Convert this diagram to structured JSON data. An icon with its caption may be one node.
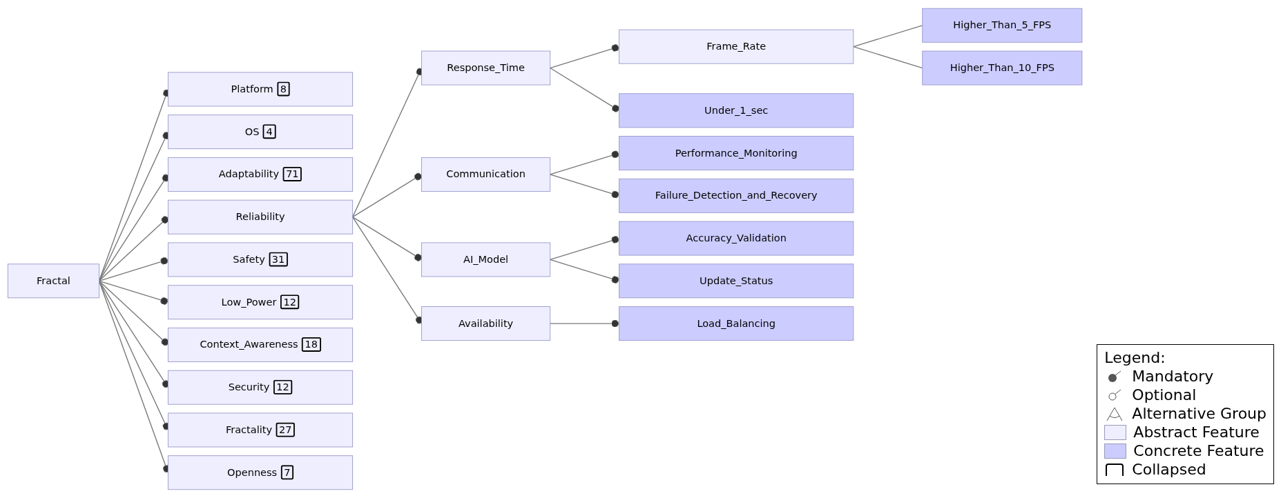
{
  "diagram": {
    "nodes": [
      {
        "text": [
          "Fractal"
        ]
      },
      {
        "text": [
          "Platform",
          "8"
        ]
      },
      {
        "text": [
          "OS",
          "4"
        ]
      },
      {
        "text": [
          "Adaptability",
          "71"
        ]
      },
      {
        "text": [
          "Reliability"
        ]
      },
      {
        "text": [
          "Safety",
          "31"
        ]
      },
      {
        "text": [
          "Low_Power",
          "12"
        ]
      },
      {
        "text": [
          "Context_Awareness",
          "18"
        ]
      },
      {
        "text": [
          "Security",
          "12"
        ]
      },
      {
        "text": [
          "Fractality",
          "27"
        ]
      },
      {
        "text": [
          "Openness",
          "7"
        ]
      },
      {
        "text": [
          "Response_Time"
        ]
      },
      {
        "text": [
          "Communication"
        ]
      },
      {
        "text": [
          "AI_Model"
        ]
      },
      {
        "text": [
          "Availability"
        ]
      },
      {
        "text": [
          "Frame_Rate"
        ]
      },
      {
        "text": [
          "Under_1_sec"
        ]
      },
      {
        "text": [
          "Performance_Monitoring"
        ]
      },
      {
        "text": [
          "Failure_Detection_and_Recovery"
        ]
      },
      {
        "text": [
          "Accuracy_Validation"
        ]
      },
      {
        "text": [
          "Update_Status"
        ]
      },
      {
        "text": [
          "Load_Balancing"
        ]
      },
      {
        "text": [
          "Higher_Than_5_FPS"
        ]
      },
      {
        "text": [
          "Higher_Than_10_FPS"
        ]
      }
    ],
    "edges": [
      {
        "from": 0,
        "to": 1,
        "arrow": "other"
      },
      {
        "from": 0,
        "to": 2,
        "arrow": "other"
      },
      {
        "from": 0,
        "to": 3,
        "arrow": "other"
      },
      {
        "from": 0,
        "to": 4,
        "arrow": "other"
      },
      {
        "from": 0,
        "to": 5,
        "arrow": "other"
      },
      {
        "from": 0,
        "to": 6,
        "arrow": "other"
      },
      {
        "from": 0,
        "to": 7,
        "arrow": "other"
      },
      {
        "from": 0,
        "to": 8,
        "arrow": "other"
      },
      {
        "from": 0,
        "to": 9,
        "arrow": "other"
      },
      {
        "from": 0,
        "to": 10,
        "arrow": "other"
      },
      {
        "from": 4,
        "to": 11,
        "arrow": "other"
      },
      {
        "from": 4,
        "to": 12,
        "arrow": "other"
      },
      {
        "from": 4,
        "to": 13,
        "arrow": "other"
      },
      {
        "from": 4,
        "to": 14,
        "arrow": "other"
      },
      {
        "from": 11,
        "to": 15,
        "arrow": "other"
      },
      {
        "from": 11,
        "to": 16,
        "arrow": "other"
      },
      {
        "from": 12,
        "to": 17,
        "arrow": "other"
      },
      {
        "from": 12,
        "to": 18,
        "arrow": "other"
      },
      {
        "from": 13,
        "to": 19,
        "arrow": "other"
      },
      {
        "from": 13,
        "to": 20,
        "arrow": "other"
      },
      {
        "from": 14,
        "to": 21,
        "arrow": "other"
      },
      {
        "from": 15,
        "to": 22,
        "arrow": "none"
      },
      {
        "from": 15,
        "to": 23,
        "arrow": "none"
      }
    ],
    "labels": [
      "Legend:"
    ],
    "legend": [
      {
        "text": "Mandatory"
      },
      {
        "text": "Optional"
      },
      {
        "text": "Alternative Group"
      },
      {
        "text": "Abstract Feature",
        "color": "#eeeeff"
      },
      {
        "text": "Concrete Feature",
        "color": "#ccccff"
      },
      {
        "text": "Collapsed"
      }
    ]
  }
}
